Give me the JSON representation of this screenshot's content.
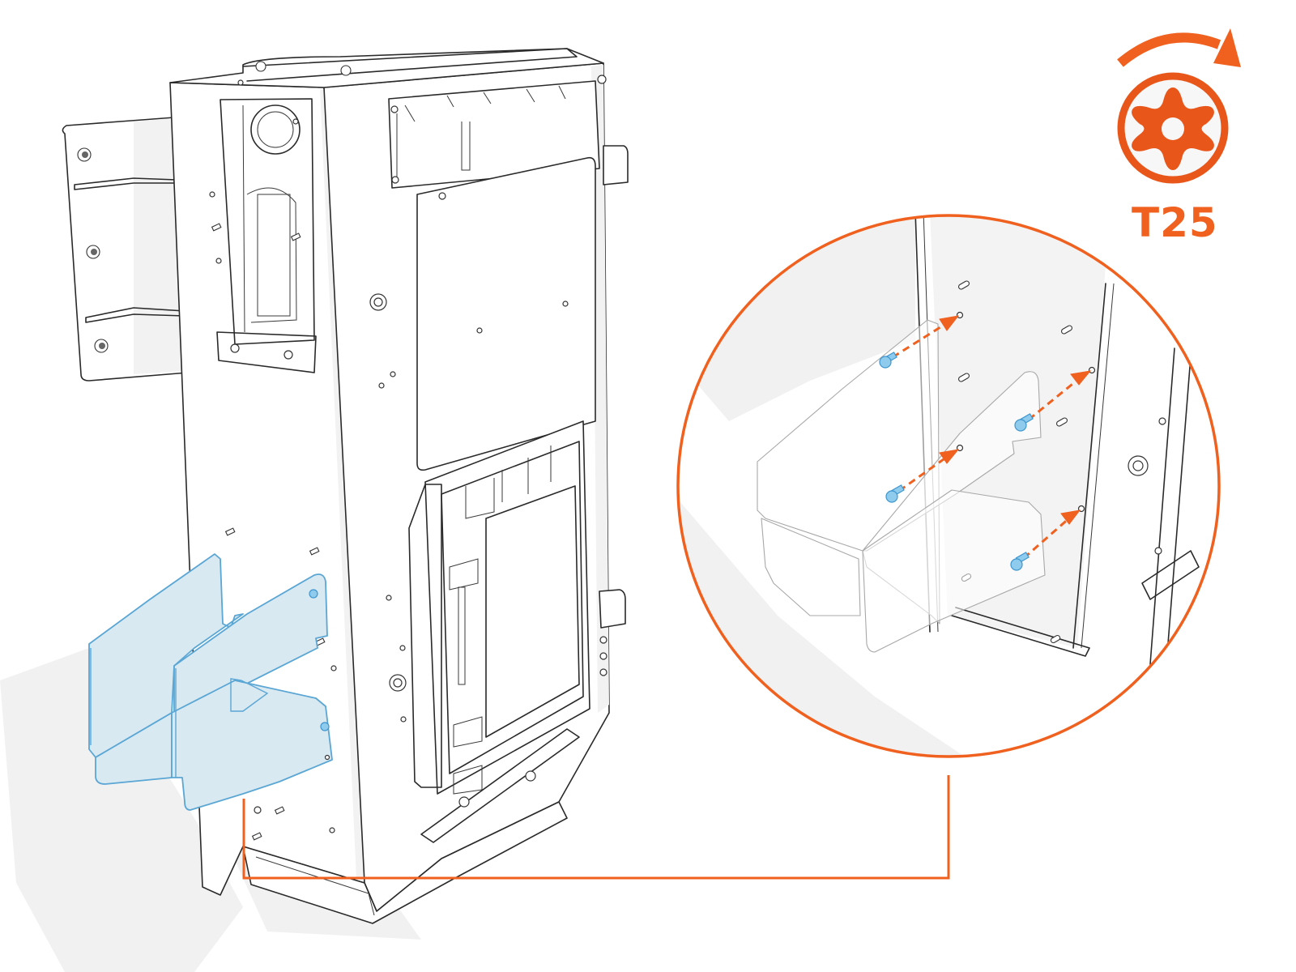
{
  "figure": {
    "type": "assembly-instruction-diagram",
    "description": "Mounting a bracket (highlighted blue) to the lower side of a cabinet with four screws"
  },
  "tool": {
    "label": "T25",
    "icon": "torx-driver-icon",
    "rotation_icon": "clockwise-arrow-icon",
    "color": "#f0601e"
  },
  "detail_callout": {
    "icon": "magnifier-circle",
    "screw_count": 4,
    "screw_color": "#8fcbed",
    "arrow_color": "#f0601e"
  },
  "colors": {
    "accent": "#f0601e",
    "highlight_part_fill": "#d9e9f2",
    "highlight_part_stroke": "#5aa6d4",
    "line_art": "#2a2a2a",
    "shadow": "#f1f1f1",
    "background": "#ffffff"
  }
}
